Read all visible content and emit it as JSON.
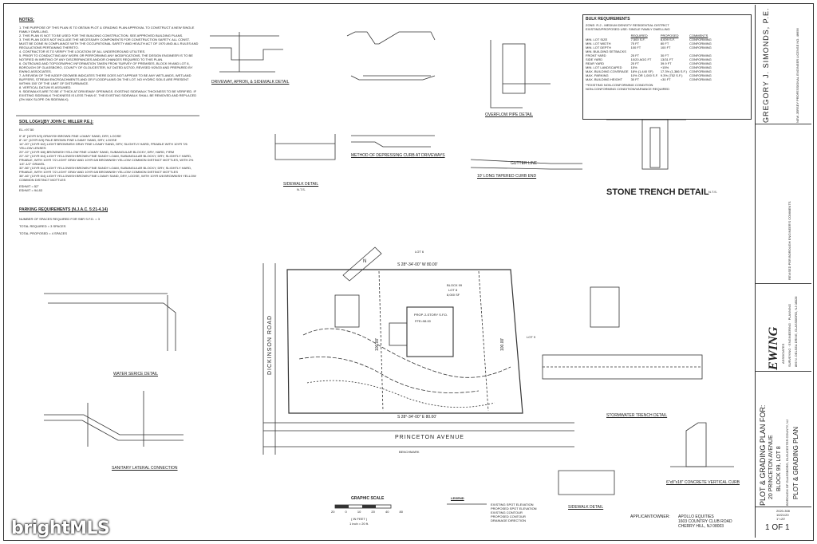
{
  "notes": {
    "heading": "NOTES:",
    "items": [
      "1. THE PURPOSE OF THIS PLAN IS TO OBTAIN PLOT & GRADING PLAN APPROVAL TO CONSTRUCT A NEW SINGLE FAMILY DWELLING.",
      "2. THIS PLAN IS NOT TO BE USED FOR THE BUILDING CONSTRUCTION. SEE APPROVED BUILDING PLANS.",
      "3. THIS PLAN DOES NOT INCLUDE THE NECESSARY COMPONENTS FOR CONSTRUCTION SAFETY. ALL CONST. MUST BE DONE IN COMPLIANCE WITH THE OCCUPATIONAL SAFETY AND HEALTH ACT OF 1970 AND ALL RULES AND REGULATIONS PERTAINING THERETO.",
      "4. CONTRACTOR IS TO VERIFY THE LOCATION OF ALL UNDERGROUND UTILITIES.",
      "5. PRIOR TO CONDUCTING ANY WORK OR PERFORMING ANY MODIFICATIONS, THE DESIGN ENGINEER IS TO BE NOTIFIED IN WRITING OF ANY DISCREPANCIES AND/OR CHANGES REQUIRED TO THIS PLAN.",
      "6. OUTBOUND AND TOPOGRAPHIC INFORMATION TAKEN FROM 'SURVEY OF PREMISES, BLOCK 99 AND LOT 8, BOROUGH OF GLASSBORO, COUNTY OF GLOUCESTER, NJ' DATED 8/27/20, REVISED 9/29/20 AND PREPARED BY EWING ASSOCIATES.",
      "7. A REVIEW OF THE NJDEP GEOWEB INDICATES THERE DOES NOT APPEAR TO BE ANY WETLANDS, WETLAND BUFFERS, STREAM ENCROACHMENTS AND OR FLOODPLAINS ON THE LOT. NO HYDRIC SOILS ARE PRESENT WITHIN 150' OF THE LIMIT OF DISTURBANCE.",
      "8. VERTICAL DATUM IS ASSUMED.",
      "9. SIDEWALKS ARE TO BE 4\" THICK AT DRIVEWAY OPENINGS. EXISTING SIDEWALK THICKNESS TO BE VERIFIED. IF EXISTING SIDEWALK THICKNESS IS LESS THAN 6\", THE EXISTING SIDEWALK SHALL BE REMOVED AND REPLACED (2% MAX SLOPE ON SIDEWALK)."
    ]
  },
  "soil": {
    "heading": "SOIL LOG#1(BY JOHN C. MILLER P.E.):",
    "elevation": "EL.=97.50",
    "lines": [
      "0\"-8\" (10YR 5/3) GRAYISH BROWN FINE LOAMY SAND, DRY, LOOSE",
      "8\"-14\" (10YR 6/3) PALE BROWN FINE LOAMY SAND, DRY, LOOSE",
      "14\"-20\" (10YR 6/2) LIGHT BROWNISH GRAY FINE LOAMY SAND, DRY, SLIGHTLY HARD, FRIABLE WITH 10YR 7/6 YELLOW LENSES",
      "20\"-22\" (10YR 6/6) BROWNISH YELLOW FINE LOAMY SAND, SUBANGULAR BLOCKY, DRY, HARD, FIRM",
      "22\"-32\" (10YR 6/4) LIGHT YELLOWISH BROWN FINE SANDY LOAM, SUBANGULAR BLOCKY, DRY, SLIGHTLY HARD, FRIABLE, WITH 10YR 7/2 LIGHT GRAY AND 10YR 6/8 BROWNISH YELLOW COMMON DISTINCT MOTTLES, WITH 2% 1/4\"-1/2\" GRAVEL",
      "32\"-56\" (10YR 6/4) LIGHT YELLOWISH BROWN FINE SANDY LOAM, SUBANGULAR BLOCKY, DRY, SLIGHTLY HARD, FRIABLE, WITH 10YR 7/2 LIGHT GRAY AND 10YR 6/8 BROWNISH YELLOW COMMON DISTINCT MOTTLES",
      "38\"-46\" (10YR 6/4) LIGHT YELLOWISH BROWN FINE LOAMY SAND, DRY, LOOSE, WITH 10YR 6/8 BROWNISH YELLOW COMMON DISTINCT MOTTLES"
    ],
    "eshwt1": "ESHWT = 52\"",
    "eshwt2": "ESHWT = 94.83"
  },
  "parking": {
    "heading": "PARKING REQUIREMENTS (N.J.A.C. 5:21-4.14)",
    "line1": "NUMBER OF SPACES REQUIRED FOR SBR S.F.D. = 3",
    "line2": "TOTAL REQUIRED = 3 SPACES",
    "line3": "TOTAL PROPOSED = 4 SPACES"
  },
  "bulk": {
    "heading": "BULK REQUIREMENTS",
    "zone": "ZONE: R-2 - MEDIUM DENSITY RESIDENTIAL DISTRICT",
    "use": "EXISTING/PROPOSED USE: SINGLE FAMILY DWELLING",
    "cols": [
      "",
      "REQUIRED",
      "PROPOSED",
      "COMMENTS"
    ],
    "rows": [
      [
        "MIN. LOT SIZE",
        "7,500 S.F.",
        "8,009 S.F.",
        "CONFORMING"
      ],
      [
        "MIN. LOT WIDTH",
        "75 FT",
        "80 FT",
        "CONFORMING"
      ],
      [
        "MIN. LOT DEPTH",
        "100 FT",
        "100 FT",
        "CONFORMING"
      ],
      [
        "MIN. BUILDING SETBACKS",
        "",
        "",
        ""
      ],
      [
        "FRONT YARD",
        "25 FT",
        "30 FT",
        "CONFORMING"
      ],
      [
        "SIDE YARD",
        "10/20 AGG FT",
        "13/31 FT",
        "CONFORMING"
      ],
      [
        "REAR YARD",
        "25 FT",
        "39.9 FT",
        "CONFORMING"
      ],
      [
        "MIN. LOT LANDSCAPED",
        "15%",
        "+15%",
        "CONFORMING"
      ],
      [
        "MAX. BUILDING COVERAGE",
        "18% (1,440 SF)",
        "17.3% (1,386 S.F.)",
        "CONFORMING"
      ],
      [
        "MAX. PARKING",
        "10% OR 1,000 S.F.",
        "9.3% (752 S.F.)",
        "CONFORMING"
      ],
      [
        "MAX. BUILDING HEIGHT",
        "30 FT",
        "<30 FT",
        "CONFORMING"
      ]
    ],
    "foot1": "**EXISTING NON-CONFORMING CONDITION",
    "foot2": "NON-CONFORMING CONDITION/VARIANCE REQUIRED"
  },
  "details": {
    "driveway": "DRIVEWAY, APRON, & SIDEWALK DETAIL",
    "sidewalk": "SIDEWALK DETAIL",
    "depress": "METHOD OF DEPRESSING CURB AT DRIVEWAYS",
    "overflow": "OVERFLOW PIPE DETAIL",
    "tapered": "10' LONG TAPERED CURB END",
    "gutter": "GUTTER LINE",
    "water": "WATER SERICE DETAIL",
    "sanitary": "SANITARY LATERAL CONNECTION",
    "stone_trench": "STONE TRENCH DETAIL",
    "stormwater": "STORMWATER TRENCH DETAIL",
    "sidewalk2": "SIDEWALK DETAIL",
    "curb": "6\"x8\"x18\" CONCRETE VERTICAL CURB",
    "nts": "N.T.S."
  },
  "site": {
    "street_front": "PRINCETON AVENUE",
    "street_side": "DICKINSON ROAD",
    "bearing_top": "S 28°-34'-00\" W   80.00'",
    "bearing_bottom": "S 28°-34'-00\" E   80.00'",
    "side_left": "100.00'",
    "side_right": "100.00'",
    "block": "BLOCK 99",
    "lot": "LOT 8",
    "lot_area": "8,000 SF",
    "lot6": "LOT 6",
    "lot9": "LOT 9",
    "house": "PROP. 2-STORY S.F.D.",
    "house_ffe": "FFE=98.00",
    "benchmark": "BENCHMARK"
  },
  "scale": {
    "title": "GRAPHIC SCALE",
    "unit": "( IN FEET )",
    "ratio": "1 inch = 20 ft.",
    "ticks": [
      "20",
      "0",
      "10",
      "20",
      "40",
      "80"
    ]
  },
  "legend": {
    "title": "LEGEND",
    "items": [
      "EXISTING SPOT ELEVATION",
      "PROPOSED SPOT ELEVATION",
      "EXISTING CONTOUR",
      "PROPOSED CONTOUR",
      "DRAINAGE DIRECTION"
    ]
  },
  "applicant": {
    "label": "APPLICANT/OWNER:",
    "name": "APOLLO EQUITIES",
    "addr1": "1603 COUNTRY CLUB ROAD",
    "addr2": "CHERRY HILL, NJ 08003"
  },
  "titleblock": {
    "engineer": "GREGORY J. SIMONDS, P.E.",
    "license": "NEW JERSEY PROFESSIONAL ENGINEER LICENSE NO. 46656",
    "firm": "EWING",
    "firm_sub": "ASSOCIATES",
    "firm_tag": "SURVEYING · ENGINEERING · PLANNING",
    "firm_addr": "866 N. DELSEA DRIVE, GLASSBORO, NJ 08028",
    "plan_title": "PLOT & GRADING PLAN FOR:",
    "plan_addr": "20 PRINCETON AVENUE",
    "plan_block": "BLOCK 99, LOT 8",
    "plan_muni": "BOROUGH OF GLASSBORO, GLOUCESTER COUNTY, NJ",
    "plan_name": "PLOT & GRADING PLAN",
    "revision_note": "REVISED PER BOROUGH ENGINEER'S COMMENTS",
    "sheet": "1 OF 1",
    "job_no": "2020-308",
    "date": "10/21/20",
    "scale": "1\"=20'"
  },
  "watermark": "bright"
}
